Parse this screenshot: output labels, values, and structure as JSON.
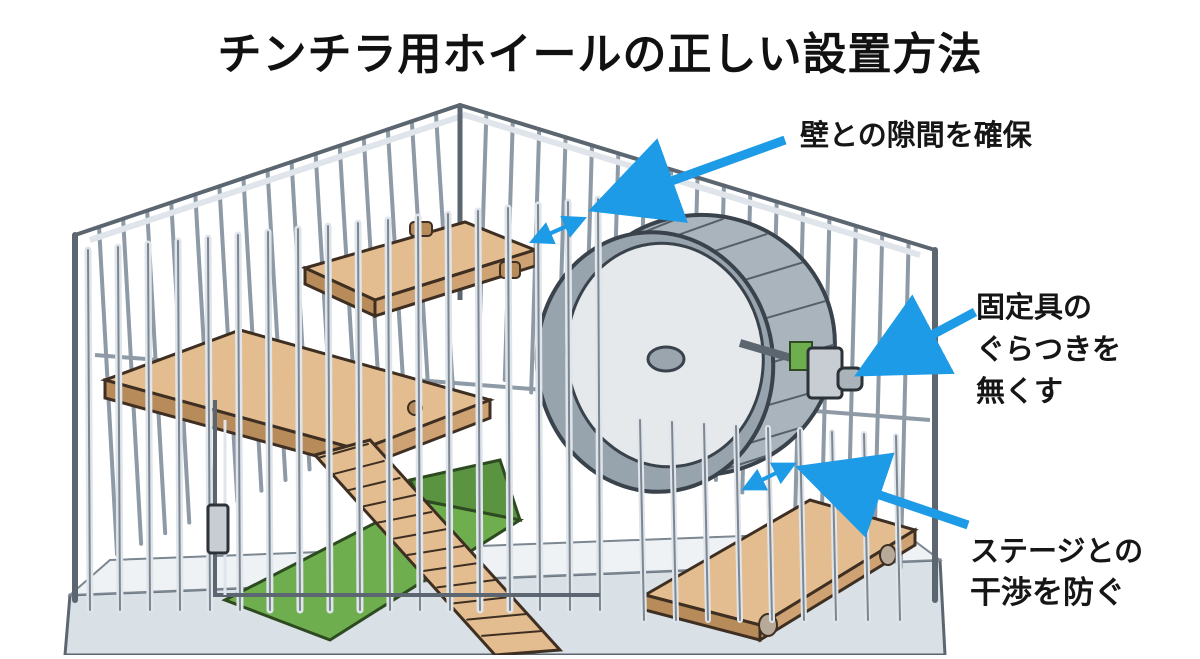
{
  "title": "チンチラ用ホイールの正しい設置方法",
  "callouts": {
    "wall_gap": "壁との隙間を確保",
    "mount": [
      "固定具の",
      "ぐらつきを",
      "無くす"
    ],
    "stage": [
      "ステージとの",
      "干渉を防ぐ"
    ]
  },
  "colors": {
    "accent_arrow": "#1e9be6",
    "cage_wire": "#8e9aa6",
    "cage_wire_light": "#dfe5ea",
    "wood": "#e3bd8f",
    "wood_dark": "#b88b5a",
    "ramp_green": "#6fae4f",
    "wheel_body": "#a9b4bd",
    "wheel_face": "#e5e9ec",
    "tray": "#d9e0e6"
  }
}
